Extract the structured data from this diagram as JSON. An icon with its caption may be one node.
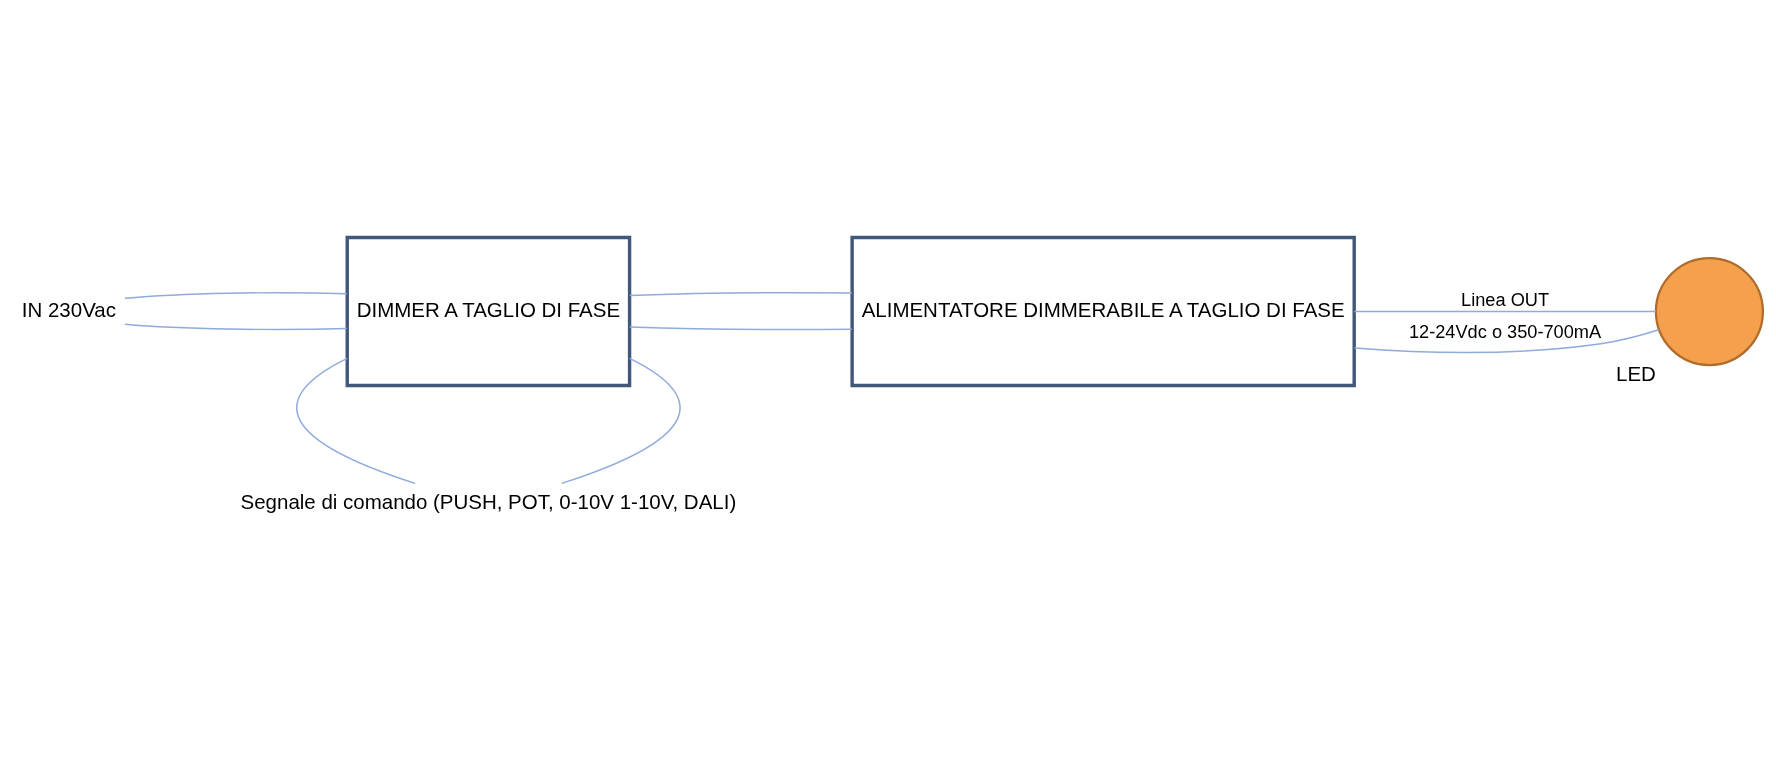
{
  "diagram": {
    "nodes": [
      {
        "text": [
          "IN 230Vac"
        ]
      },
      {
        "text": [
          "DIMMER A TAGLIO DI FASE"
        ]
      },
      {
        "text": [
          "ALIMENTATORE DIMMERABILE A TAGLIO DI FASE"
        ]
      },
      {
        "text": [
          "LED"
        ]
      },
      {
        "text": [
          "Segnale di comando (PUSH, POT, 0-10V 1-10V, DALI)"
        ]
      }
    ],
    "edges": [
      {
        "from": 0,
        "to": 1,
        "arrow": "none"
      },
      {
        "from": 0,
        "to": 1,
        "arrow": "none"
      },
      {
        "from": 1,
        "to": 2,
        "arrow": "none"
      },
      {
        "from": 1,
        "to": 2,
        "arrow": "none"
      },
      {
        "from": 2,
        "to": 3,
        "arrow": "none",
        "label": "Linea OUT"
      },
      {
        "from": 2,
        "to": 3,
        "arrow": "none",
        "label": "12-24Vdc o 350-700mA"
      },
      {
        "from": 1,
        "to": 4,
        "arrow": "none"
      },
      {
        "from": 1,
        "to": 4,
        "arrow": "none"
      }
    ]
  }
}
